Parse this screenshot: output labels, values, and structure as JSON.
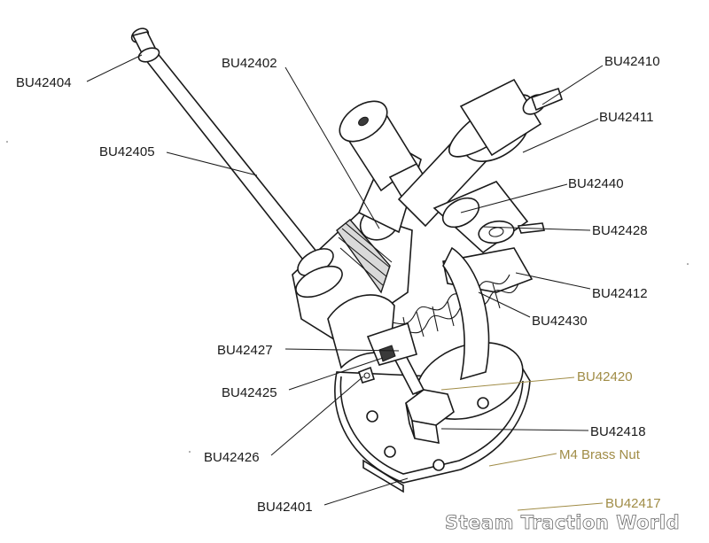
{
  "labels": {
    "bu42404": "BU42404",
    "bu42402": "BU42402",
    "bu42410": "BU42410",
    "bu42411": "BU42411",
    "bu42405": "BU42405",
    "bu42440": "BU42440",
    "bu42428": "BU42428",
    "bu42412": "BU42412",
    "bu42430": "BU42430",
    "bu42427": "BU42427",
    "bu42420": "BU42420",
    "bu42425": "BU42425",
    "bu42418": "BU42418",
    "bu42426": "BU42426",
    "m4_brass_nut": "M4 Brass Nut",
    "bu42401": "BU42401",
    "bu42417": "BU42417"
  },
  "watermark": "Steam Traction World",
  "colors": {
    "ink": "#1a1a1a",
    "gold_label": "#a08c46",
    "background": "#ffffff"
  }
}
